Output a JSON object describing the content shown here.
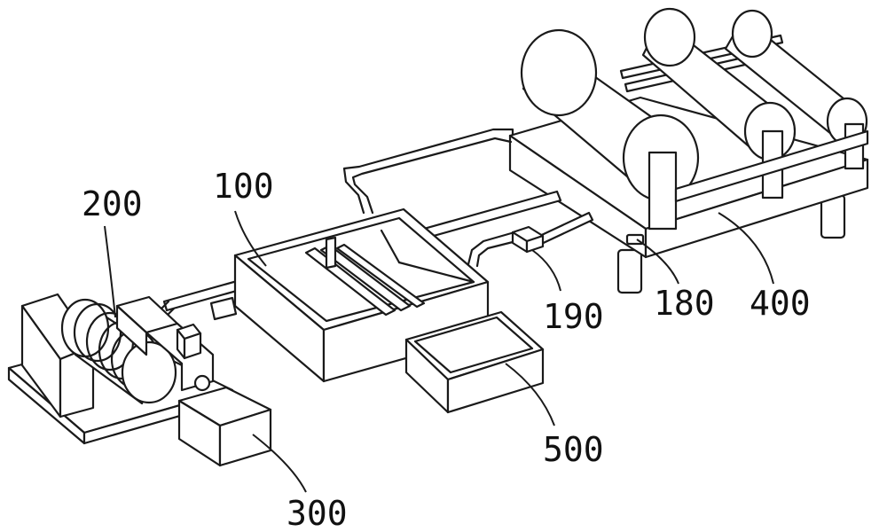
{
  "figure": {
    "labels": {
      "ref_100": "100",
      "ref_200": "200",
      "ref_300": "300",
      "ref_400": "400",
      "ref_500": "500",
      "ref_180": "180",
      "ref_190": "190"
    }
  }
}
